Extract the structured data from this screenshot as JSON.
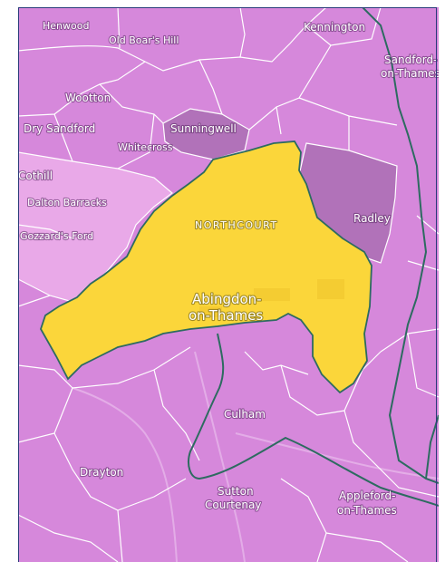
{
  "colors": {
    "background": "#d688db",
    "boundary_lines": "#ffffff",
    "highlight_fill": "#fbd63a",
    "highlight_outline": "#2d6b60",
    "light_region": "#e9a9e8",
    "dark_region": "#b172b9",
    "frame_border": "#2a3b7a",
    "road": "#f4d6f3"
  },
  "map": {
    "highlighted_area": "Abingdon-on-Thames",
    "labels": {
      "henwood": "Henwood",
      "old_boars_hill": "Old Boar's Hill",
      "kennington": "Kennington",
      "sandford_line1": "Sandford-",
      "sandford_line2": "on-Thames",
      "wootton": "Wootton",
      "dry_sandford": "Dry Sandford",
      "sunningwell": "Sunningwell",
      "whitecross": "Whitecross",
      "cothill": "Cothill",
      "dalton_barracks": "Dalton Barracks",
      "gozzards_ford": "Gozzard's Ford",
      "northcourt": "NORTHCOURT",
      "radley": "Radley",
      "abingdon_line1": "Abingdon-",
      "abingdon_line2": "on-Thames",
      "culham": "Culham",
      "drayton": "Drayton",
      "sutton_line1": "Sutton",
      "sutton_line2": "Courtenay",
      "appleford_line1": "Appleford-",
      "appleford_line2": "on-Thames"
    }
  }
}
